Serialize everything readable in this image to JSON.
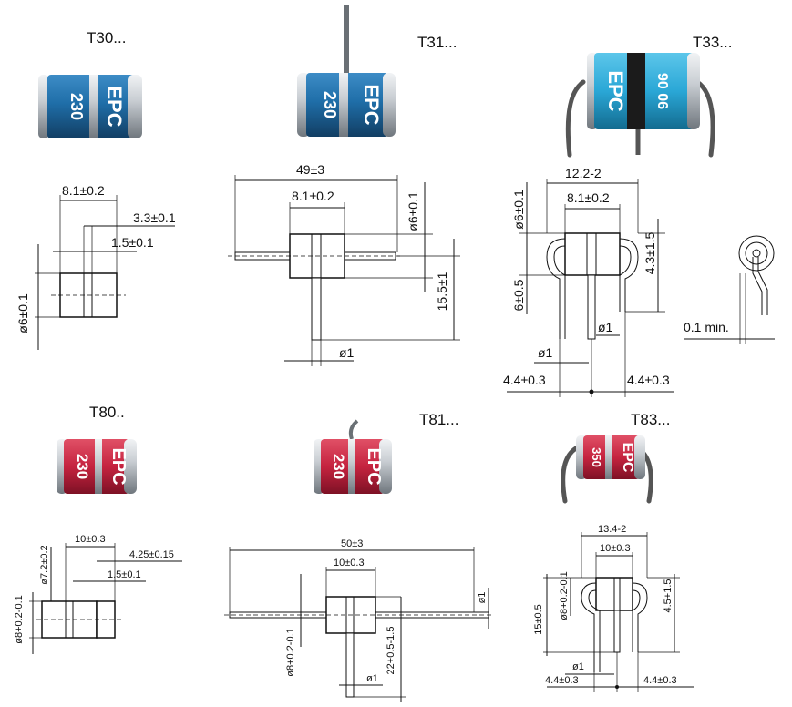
{
  "t30": {
    "title": "T30...",
    "marks": [
      "230",
      "EPC"
    ],
    "dims": [
      "8.1±0.2",
      "3.3±0.1",
      "1.5±0.1",
      "ø6±0.1"
    ]
  },
  "t31": {
    "title": "T31...",
    "marks": [
      "230",
      "EPC"
    ],
    "dims": [
      "49±3",
      "8.1±0.2",
      "ø6±0.1",
      "15.5±1",
      "ø1"
    ]
  },
  "t33": {
    "title": "T33...",
    "marks": [
      "EPC",
      "90 06"
    ],
    "dims": [
      "12.2-2",
      "8.1±0.2",
      "ø6±0.1",
      "4.3±1.5",
      "6±0.5",
      "ø1",
      "ø1",
      "4.4±0.3",
      "4.4±0.3",
      "0.1 min."
    ]
  },
  "t80": {
    "title": "T80..",
    "marks": [
      "230",
      "EPC"
    ],
    "dims": [
      "10±0.3",
      "ø7.2±0.2",
      "4.25±0.15",
      "1.5±0.1",
      "ø8+0.2-0.1"
    ]
  },
  "t81": {
    "title": "T81...",
    "marks": [
      "230",
      "EPC"
    ],
    "dims": [
      "50±3",
      "10±0.3",
      "ø1",
      "ø8+0.2-0.1",
      "22+0.5-1.5",
      "ø1"
    ]
  },
  "t83": {
    "title": "T83...",
    "marks": [
      "350",
      "EPC"
    ],
    "dims": [
      "13.4-2",
      "10±0.3",
      "15±0.5",
      "ø8+0.2-0.1",
      "4.5+1.5",
      "ø1",
      "4.4±0.3",
      "4.4±0.3"
    ]
  },
  "colors": {
    "blue_body": "#1f6ea8",
    "cyan_body": "#2aa7d6",
    "red_body": "#c5233f",
    "silver_cap": "#c9ced3"
  }
}
